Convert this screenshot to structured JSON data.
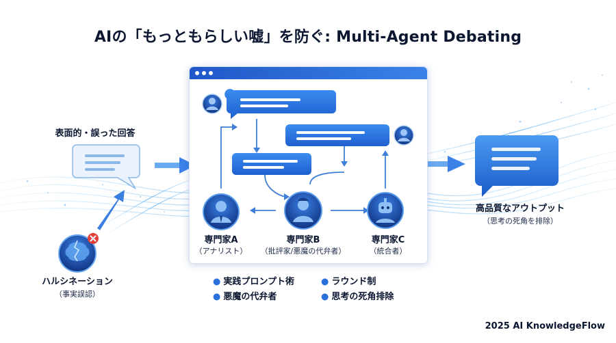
{
  "title": "AIの「もっともらしい嘘」を防ぐ: Multi-Agent Debating",
  "input": {
    "label": "表面的・誤った回答"
  },
  "hallucination": {
    "label": "ハルシネーション",
    "sub": "（事実誤認）"
  },
  "output": {
    "label": "高品質なアウトプット",
    "sub": "（思考の死角を排除）"
  },
  "experts": [
    {
      "label": "専門家A",
      "sub": "（アナリスト）"
    },
    {
      "label": "専門家B",
      "sub": "（批評家/悪魔の代弁者）"
    },
    {
      "label": "専門家C",
      "sub": "（統合者）"
    }
  ],
  "techniques": [
    "実践プロンプト術",
    "ラウンド制",
    "悪魔の代弁者",
    "思考の死角排除"
  ],
  "footer": "2025 AI KnowledgeFlow",
  "colors": {
    "accent": "#2a6fdb",
    "dark_navy": "#0b1630",
    "bubble_blue": "#2f7de6",
    "error_red": "#e0413a"
  },
  "icons": [
    "window-dots-icon",
    "avatar-icon",
    "robot-icon",
    "chat-bubble-icon",
    "arrow-icon",
    "error-x-icon",
    "brain-icon"
  ]
}
